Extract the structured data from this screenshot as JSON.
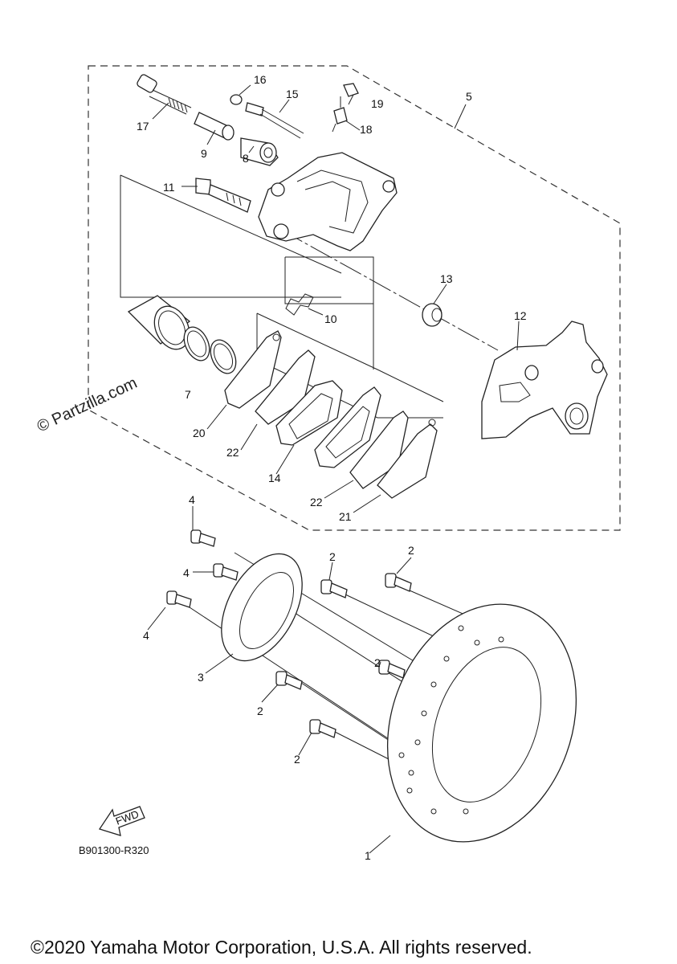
{
  "diagram": {
    "part_labels": [
      "1",
      "2",
      "2",
      "2",
      "2",
      "2",
      "3",
      "4",
      "4",
      "4",
      "5",
      "7",
      "8",
      "9",
      "10",
      "11",
      "12",
      "13",
      "14",
      "15",
      "16",
      "17",
      "18",
      "19",
      "20",
      "21",
      "22",
      "22"
    ],
    "diagram_code": "B901300-R320",
    "watermark": "© Partzilla.com",
    "fwd_label": "FWD",
    "copyright": "©2020 Yamaha Motor Corporation, U.S.A. All rights reserved."
  }
}
